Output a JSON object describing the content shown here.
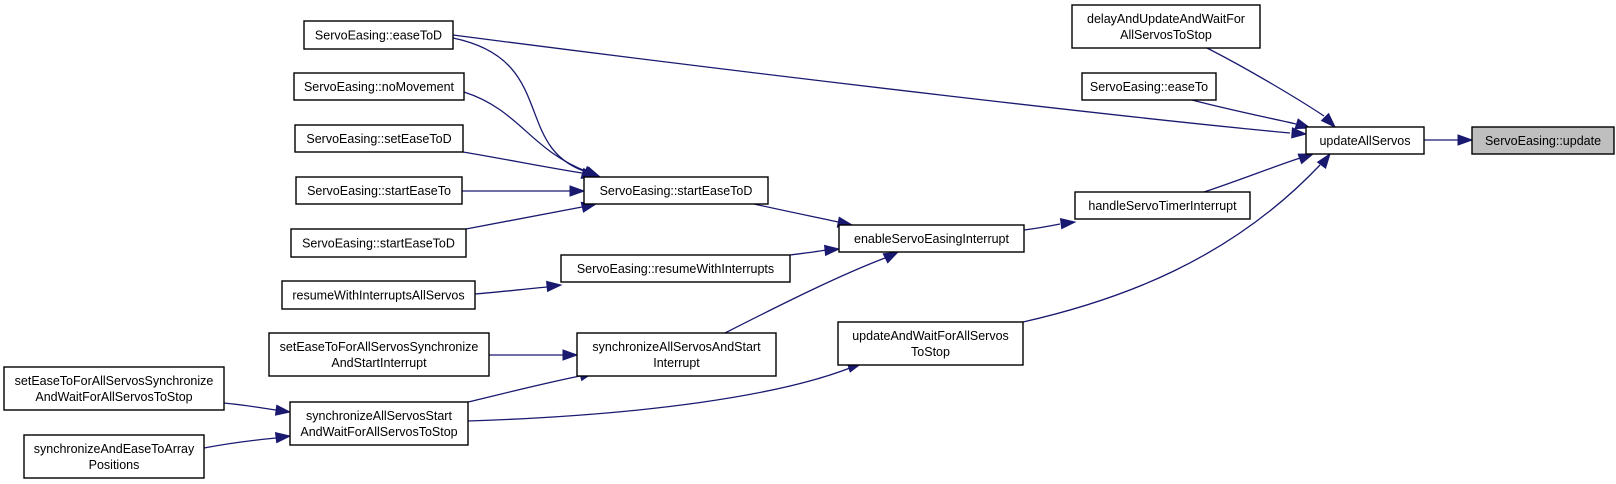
{
  "diagram": {
    "type": "doxygen-caller-graph",
    "root": "update",
    "nodes": [
      {
        "id": "update",
        "lines": [
          "ServoEasing::update"
        ],
        "highlighted": true
      },
      {
        "id": "updateAllServos",
        "lines": [
          "updateAllServos"
        ]
      },
      {
        "id": "delayAndUpdate",
        "lines": [
          "delayAndUpdateAndWaitFor",
          "AllServosToStop"
        ]
      },
      {
        "id": "easeTo",
        "lines": [
          "ServoEasing::easeTo"
        ]
      },
      {
        "id": "handleServoTimerInterrupt",
        "lines": [
          "handleServoTimerInterrupt"
        ]
      },
      {
        "id": "updateAndWait",
        "lines": [
          "updateAndWaitForAllServos",
          "ToStop"
        ]
      },
      {
        "id": "enableServoEasingInterrupt",
        "lines": [
          "enableServoEasingInterrupt"
        ]
      },
      {
        "id": "easeToD",
        "lines": [
          "ServoEasing::easeToD"
        ]
      },
      {
        "id": "noMovement",
        "lines": [
          "ServoEasing::noMovement"
        ]
      },
      {
        "id": "setEaseToD",
        "lines": [
          "ServoEasing::setEaseToD"
        ]
      },
      {
        "id": "startEaseTo",
        "lines": [
          "ServoEasing::startEaseTo"
        ]
      },
      {
        "id": "startEaseToD_left",
        "lines": [
          "ServoEasing::startEaseToD"
        ]
      },
      {
        "id": "startEaseToD",
        "lines": [
          "ServoEasing::startEaseToD"
        ]
      },
      {
        "id": "resumeWithInterrupts",
        "lines": [
          "ServoEasing::resumeWithInterrupts"
        ]
      },
      {
        "id": "resumeAll",
        "lines": [
          "resumeWithInterruptsAllServos"
        ]
      },
      {
        "id": "syncAndStartInterrupt",
        "lines": [
          "synchronizeAllServosAndStart",
          "Interrupt"
        ]
      },
      {
        "id": "setEaseSyncStartInt",
        "lines": [
          "setEaseToForAllServosSynchronize",
          "AndStartInterrupt"
        ]
      },
      {
        "id": "syncStartAndWait",
        "lines": [
          "synchronizeAllServosStart",
          "AndWaitForAllServosToStop"
        ]
      },
      {
        "id": "setEaseSyncWait",
        "lines": [
          "setEaseToForAllServosSynchronize",
          "AndWaitForAllServosToStop"
        ]
      },
      {
        "id": "syncEaseArray",
        "lines": [
          "synchronizeAndEaseToArray",
          "Positions"
        ]
      }
    ],
    "edges": [
      {
        "from": "updateAllServos",
        "to": "update"
      },
      {
        "from": "delayAndUpdate",
        "to": "updateAllServos"
      },
      {
        "from": "easeTo",
        "to": "updateAllServos"
      },
      {
        "from": "easeToD",
        "to": "updateAllServos"
      },
      {
        "from": "handleServoTimerInterrupt",
        "to": "updateAllServos"
      },
      {
        "from": "updateAndWait",
        "to": "updateAllServos"
      },
      {
        "from": "enableServoEasingInterrupt",
        "to": "handleServoTimerInterrupt"
      },
      {
        "from": "startEaseToD",
        "to": "enableServoEasingInterrupt"
      },
      {
        "from": "resumeWithInterrupts",
        "to": "enableServoEasingInterrupt"
      },
      {
        "from": "syncAndStartInterrupt",
        "to": "enableServoEasingInterrupt"
      },
      {
        "from": "easeToD",
        "to": "startEaseToD"
      },
      {
        "from": "noMovement",
        "to": "startEaseToD"
      },
      {
        "from": "setEaseToD",
        "to": "startEaseToD"
      },
      {
        "from": "startEaseTo",
        "to": "startEaseToD"
      },
      {
        "from": "startEaseToD_left",
        "to": "startEaseToD"
      },
      {
        "from": "resumeAll",
        "to": "resumeWithInterrupts"
      },
      {
        "from": "setEaseSyncStartInt",
        "to": "syncAndStartInterrupt"
      },
      {
        "from": "syncStartAndWait",
        "to": "syncAndStartInterrupt"
      },
      {
        "from": "syncStartAndWait",
        "to": "updateAndWait"
      },
      {
        "from": "setEaseSyncWait",
        "to": "syncStartAndWait"
      },
      {
        "from": "syncEaseArray",
        "to": "syncStartAndWait"
      }
    ]
  }
}
